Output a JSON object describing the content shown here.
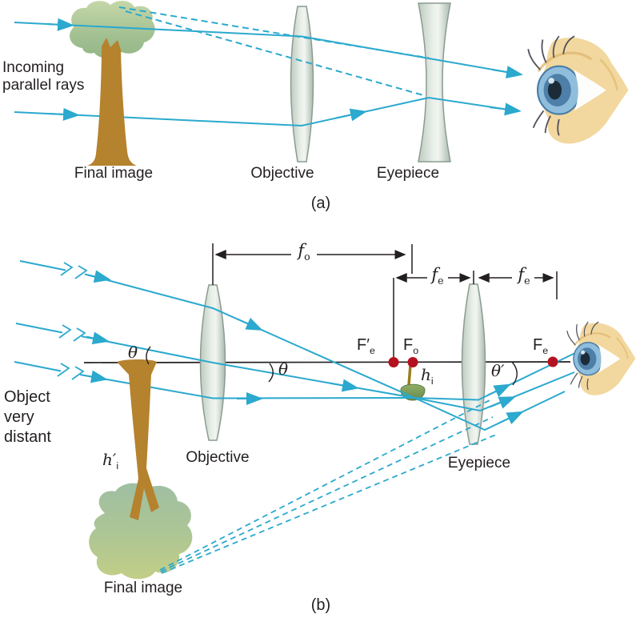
{
  "figure": {
    "panel_a": {
      "caption": "(a)",
      "incoming_label_line1": "Incoming",
      "incoming_label_line2": "parallel rays",
      "final_image_label": "Final image",
      "objective_label": "Objective",
      "eyepiece_label": "Eyepiece"
    },
    "panel_b": {
      "caption": "(b)",
      "object_label_line1": "Object",
      "object_label_line2": "very",
      "object_label_line3": "distant",
      "objective_label": "Objective",
      "eyepiece_label": "Eyepiece",
      "final_image_label": "Final image",
      "focal_length_objective": {
        "base": "f",
        "sub": "o"
      },
      "focal_length_eyepiece_left": {
        "base": "f",
        "sub": "e"
      },
      "focal_length_eyepiece_right": {
        "base": "f",
        "sub": "e"
      },
      "focal_point_eyepiece_near": {
        "base": "F′",
        "sub": "e"
      },
      "focal_point_objective": {
        "base": "F",
        "sub": "o"
      },
      "focal_point_eyepiece_far": {
        "base": "F",
        "sub": "e"
      },
      "image_height": {
        "base": "h",
        "sub": "i"
      },
      "final_image_height": {
        "base": "h′",
        "sub": "i"
      },
      "angle_incoming": "θ",
      "angle_objective": "θ",
      "angle_eyepiece": "θ′"
    },
    "colors": {
      "ray": "#2BA9CE",
      "axis": "#231F20",
      "focal_dot": "#B5121F",
      "lens_fill": "#E9EFE9",
      "lens_edge": "#8B9B90",
      "trunk": "#B5822E",
      "canopy": "#A9C79B",
      "eye_skin": "#F2D89E",
      "iris": "#8FBEDC"
    }
  }
}
